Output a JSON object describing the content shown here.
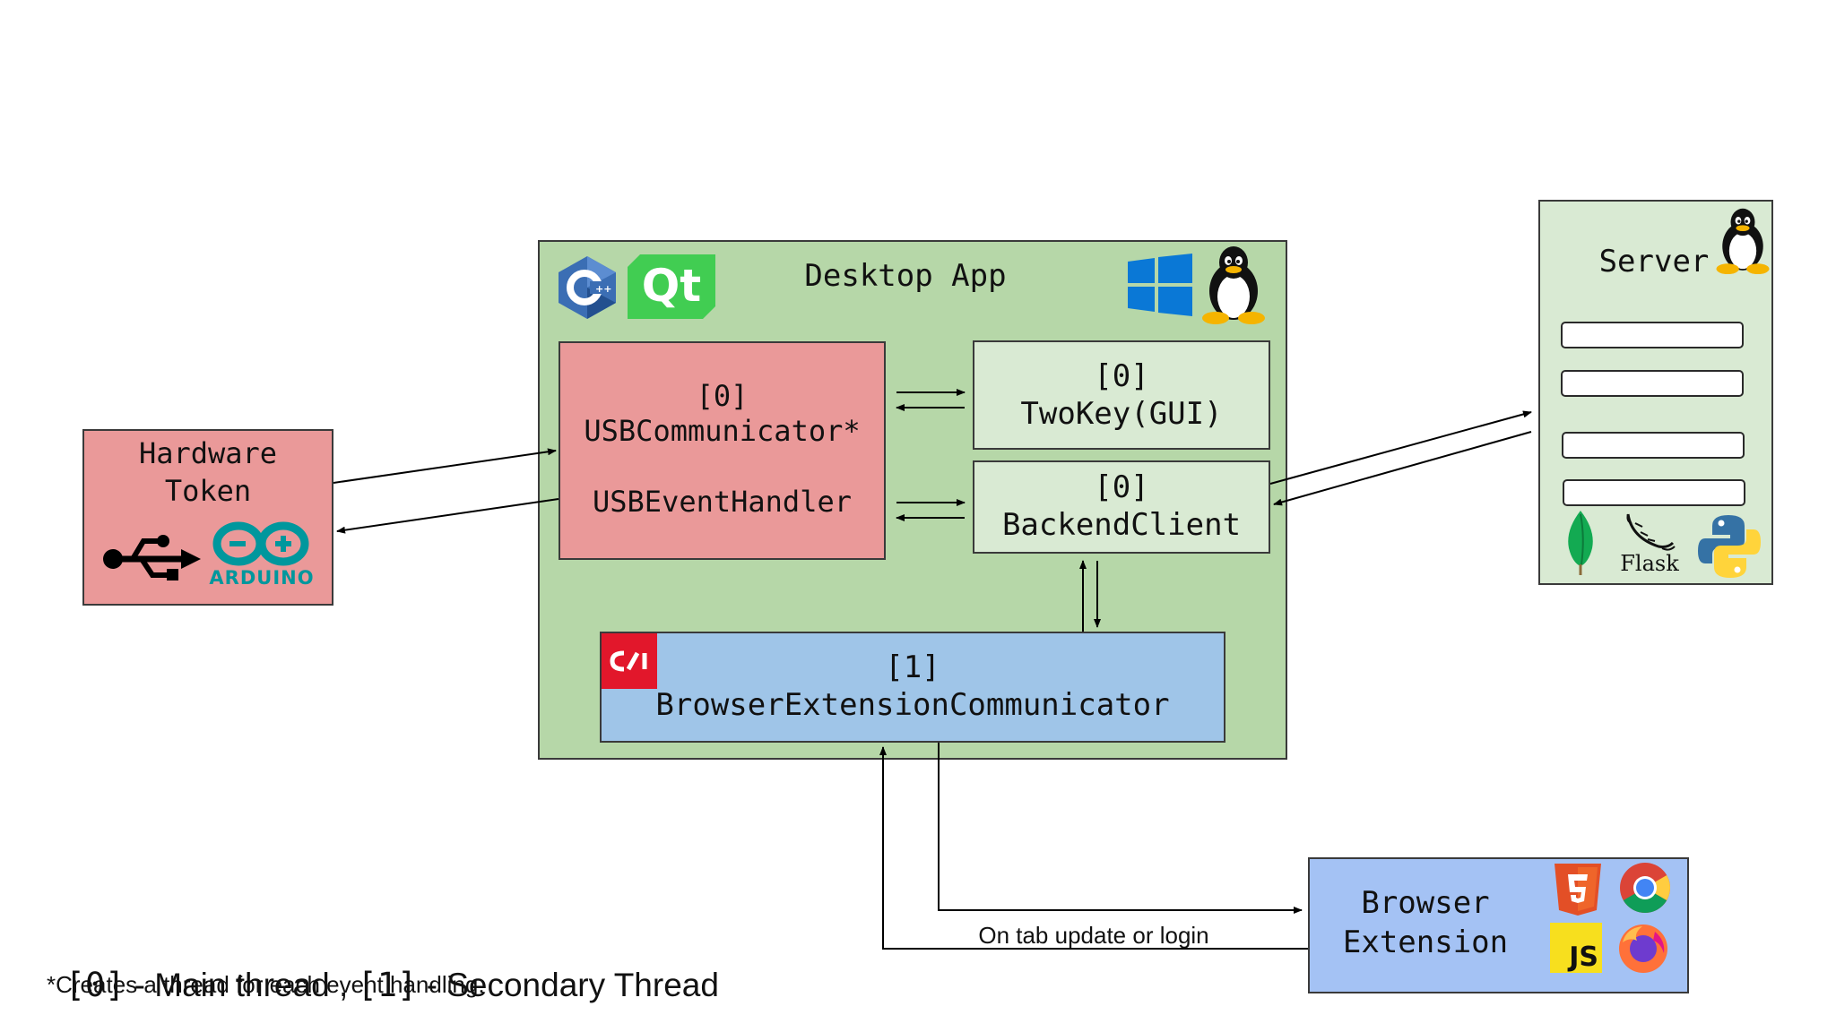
{
  "hardware": {
    "title": "Hardware\nToken",
    "arduino_label": "ARDUINO"
  },
  "desktop": {
    "title": "Desktop App",
    "qt_label": "Qt",
    "usb": {
      "thread": "[0]",
      "name": "USBCommunicator*",
      "handler": "USBEventHandler"
    },
    "twokey": {
      "thread": "[0]",
      "name": "TwoKey(GUI)"
    },
    "backend": {
      "thread": "[0]",
      "name": "BackendClient"
    },
    "browser_comm": {
      "thread": "[1]",
      "name": "BrowserExtensionCommunicator"
    }
  },
  "server": {
    "title": "Server",
    "flask_label": "Flask"
  },
  "browser_ext": {
    "title": "Browser\nExtension",
    "js_label": "JS"
  },
  "edges": {
    "tab_update": "On tab update or login"
  },
  "legend": {
    "main_code": "[0]",
    "main_text": " - Main thread , ",
    "secondary_code": "[1]",
    "secondary_text": " - Secondary Thread",
    "note": "*Creates a thread for each event handling."
  },
  "colors": {
    "red_box": "#ea9999",
    "green_bg": "#b6d7a8",
    "green_light": "#d9ead3",
    "blue_box": "#9fc5e8",
    "blue_ext": "#a4c2f4",
    "arduino": "#00979d",
    "qt": "#41cd52",
    "windows": "#0a78d6",
    "cpp": "#3b6eb4"
  }
}
